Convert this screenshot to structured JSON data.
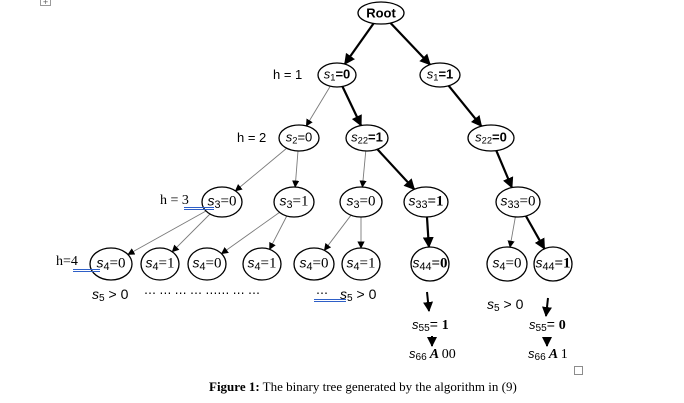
{
  "root": {
    "label": "Root"
  },
  "levels": {
    "h1": "h = 1",
    "h2": "h = 2",
    "h3_prefix": "h = ",
    "h3_num": "3",
    "h4_prefix": "h=",
    "h4_num": "4"
  },
  "nodes": [
    {
      "id": "s1_0",
      "var": "s",
      "sub": "1",
      "eq": "=",
      "val": "0",
      "style": "sans-bold"
    },
    {
      "id": "s1_1",
      "var": "s",
      "sub": "1",
      "eq": "=",
      "val": "1",
      "style": "sans-bold"
    },
    {
      "id": "s2_0",
      "var": "s",
      "sub": "2",
      "eq": "=",
      "val": "0",
      "style": "sans"
    },
    {
      "id": "s22_1",
      "var": "s",
      "sub": "22",
      "eq": "=",
      "val": "1",
      "style": "sans-bold"
    },
    {
      "id": "s22_0",
      "var": "s",
      "sub": "22",
      "eq": "=",
      "val": "0",
      "style": "sans-bold"
    },
    {
      "id": "s3_0a",
      "var": "s",
      "sub": "3",
      "eq": "=",
      "val": "0",
      "style": "serif"
    },
    {
      "id": "s3_1",
      "var": "s",
      "sub": "3",
      "eq": "=",
      "val": "1",
      "style": "serif"
    },
    {
      "id": "s3_0b",
      "var": "s",
      "sub": "3",
      "eq": "=",
      "val": "0",
      "style": "serif"
    },
    {
      "id": "s33_1",
      "var": "s",
      "sub": "33",
      "eq": "=",
      "val": "1",
      "style": "serif-bold"
    },
    {
      "id": "s33_0",
      "var": "s",
      "sub": "33",
      "eq": "=",
      "val": "0",
      "style": "serif"
    },
    {
      "id": "s4_0a",
      "var": "s",
      "sub": "4",
      "eq": "=",
      "val": "0",
      "style": "serif"
    },
    {
      "id": "s4_1a",
      "var": "s",
      "sub": "4",
      "eq": "=",
      "val": "1",
      "style": "serif"
    },
    {
      "id": "s4_0b",
      "var": "s",
      "sub": "4",
      "eq": "=",
      "val": "0",
      "style": "serif"
    },
    {
      "id": "s4_1b",
      "var": "s",
      "sub": "4",
      "eq": "=",
      "val": "1",
      "style": "serif"
    },
    {
      "id": "s4_0c",
      "var": "s",
      "sub": "4",
      "eq": "=",
      "val": "0",
      "style": "serif"
    },
    {
      "id": "s4_1c",
      "var": "s",
      "sub": "4",
      "eq": "=",
      "val": "1",
      "style": "serif"
    },
    {
      "id": "s44_0",
      "var": "s",
      "sub": "44",
      "eq": "=",
      "val": "0",
      "style": "serif-bold"
    },
    {
      "id": "s4_0d",
      "var": "s",
      "sub": "4",
      "eq": "=",
      "val": "0",
      "style": "serif"
    },
    {
      "id": "s44_1",
      "var": "s",
      "sub": "44",
      "eq": "=",
      "val": "1",
      "style": "serif-bold"
    }
  ],
  "s5_row": {
    "left": {
      "var": "s",
      "sub": "5",
      "rel": " > 0"
    },
    "dots": "⋯  ⋯  ⋯  ⋯  ⋯⋯  ⋯  ⋯  ",
    "dots_underlined": "⋯",
    "right": {
      "var": "s",
      "sub": "5",
      "rel": " > 0"
    },
    "far_right": {
      "var": "s",
      "sub": "5",
      "rel": " > 0"
    }
  },
  "leaf_left": {
    "s55": {
      "var": "s",
      "sub": "55",
      "eq": "= ",
      "val": "1"
    },
    "s66": {
      "var": "s",
      "sub": "66",
      "op": " A ",
      "val": "00"
    }
  },
  "leaf_right": {
    "s55": {
      "var": "s",
      "sub": "55",
      "eq": "= ",
      "val": "0"
    },
    "s66": {
      "var": "s",
      "sub": "66",
      "op": " A ",
      "val": "1"
    }
  },
  "caption": {
    "label": "Figure 1:",
    "text": " The binary tree generated by the algorithm in (9)"
  },
  "anchor_icon": "+",
  "edges": [
    {
      "from": "root",
      "to": "s1_0",
      "weight": "bold"
    },
    {
      "from": "root",
      "to": "s1_1",
      "weight": "bold"
    },
    {
      "from": "s1_0",
      "to": "s2_0",
      "weight": "thin"
    },
    {
      "from": "s1_0",
      "to": "s22_1",
      "weight": "bold"
    },
    {
      "from": "s1_1",
      "to": "s22_0",
      "weight": "bold"
    },
    {
      "from": "s2_0",
      "to": "s3_0a",
      "weight": "thin"
    },
    {
      "from": "s2_0",
      "to": "s3_1",
      "weight": "thin"
    },
    {
      "from": "s22_1",
      "to": "s3_0b",
      "weight": "thin"
    },
    {
      "from": "s22_1",
      "to": "s33_1",
      "weight": "bold"
    },
    {
      "from": "s22_0",
      "to": "s33_0",
      "weight": "bold"
    },
    {
      "from": "s3_0a",
      "to": "s4_0a",
      "weight": "thin"
    },
    {
      "from": "s3_0a",
      "to": "s4_1a",
      "weight": "thin"
    },
    {
      "from": "s3_1",
      "to": "s4_0b",
      "weight": "thin"
    },
    {
      "from": "s3_1",
      "to": "s4_1b",
      "weight": "thin"
    },
    {
      "from": "s3_0b",
      "to": "s4_0c",
      "weight": "thin"
    },
    {
      "from": "s3_0b",
      "to": "s4_1c",
      "weight": "thin"
    },
    {
      "from": "s33_1",
      "to": "s44_0",
      "weight": "bold"
    },
    {
      "from": "s33_0",
      "to": "s4_0d",
      "weight": "thin"
    },
    {
      "from": "s33_0",
      "to": "s44_1",
      "weight": "bold"
    }
  ]
}
